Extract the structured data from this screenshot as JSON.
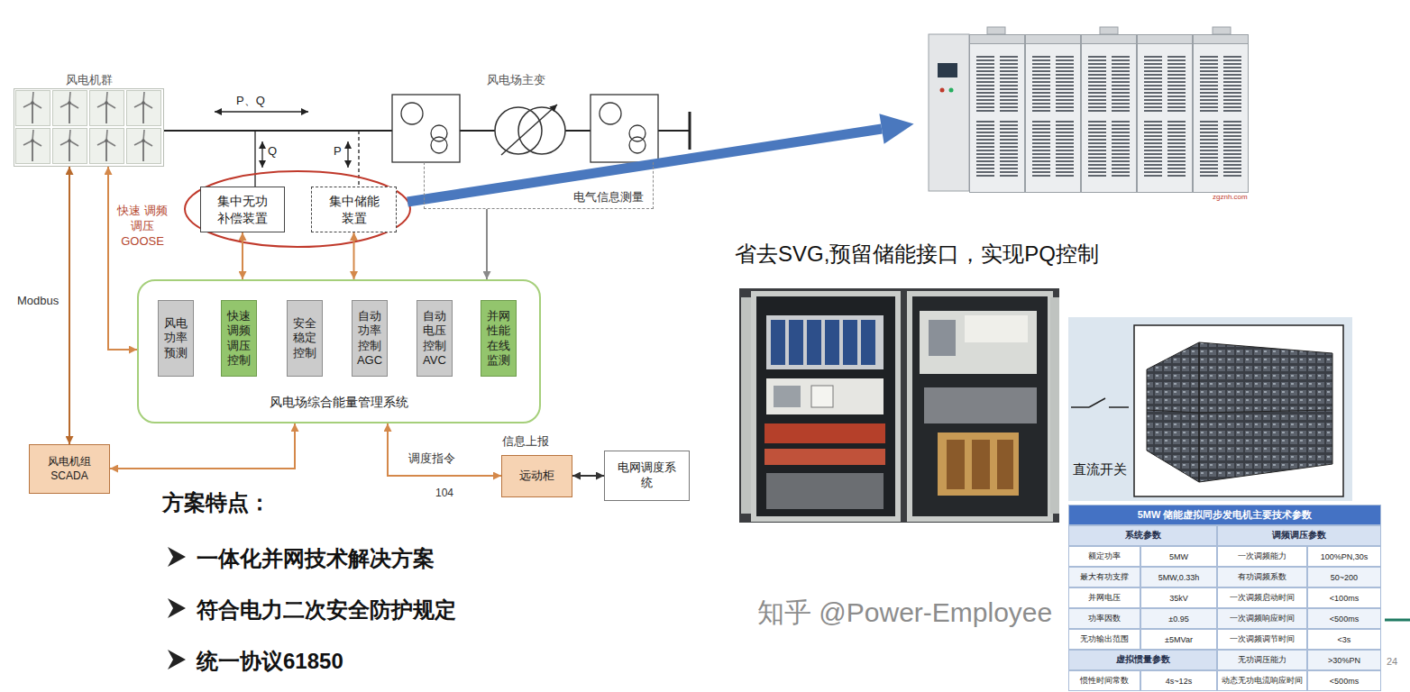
{
  "diagram": {
    "nodes": [
      {
        "text": [
          "风电机群"
        ]
      },
      {
        "text": [
          "集中无功补偿装置"
        ]
      },
      {
        "text": [
          "集中储能装置"
        ]
      },
      {
        "text": [
          "电气信息测量"
        ]
      },
      {
        "text": [
          "风电场综合能量管理系统"
        ]
      },
      {
        "text": [
          "风电功率预测"
        ],
        "in": 4
      },
      {
        "text": [
          "快速调频调压控制"
        ],
        "in": 4
      },
      {
        "text": [
          "安全稳定控制"
        ],
        "in": 4
      },
      {
        "text": [
          "自动功率控制AGC"
        ],
        "in": 4
      },
      {
        "text": [
          "自动电压控制AVC"
        ],
        "in": 4
      },
      {
        "text": [
          "并网性能在线监测"
        ],
        "in": 4
      },
      {
        "text": [
          "风电机组 SCADA"
        ]
      },
      {
        "text": [
          "远动柜"
        ]
      },
      {
        "text": [
          "电网调度系统"
        ]
      }
    ],
    "edges": [
      {
        "from": 0,
        "to": 11,
        "arrow": "both",
        "label": "Modbus"
      },
      {
        "from": 0,
        "to": 4,
        "arrow": "both",
        "label": "快速 调频调压 GOOSE"
      },
      {
        "from": 1,
        "to": 4,
        "arrow": "both"
      },
      {
        "from": 2,
        "to": 4,
        "arrow": "both"
      },
      {
        "from": 3,
        "to": 4,
        "arrow": "to"
      },
      {
        "from": 11,
        "to": 4,
        "arrow": "both"
      },
      {
        "from": 4,
        "to": 12,
        "arrow": "both",
        "label": "调度指令"
      },
      {
        "from": 12,
        "to": 13,
        "arrow": "both"
      }
    ],
    "labels": [
      "P、Q",
      "Q",
      "P",
      "风电场主变",
      "信息上报",
      "104",
      "方案特点：",
      "一体化并网技术解决方案",
      "符合电力二次安全防护规定",
      "统一协议61850",
      "zgznh.com",
      "省去SVG,预留储能接口，实现PQ控制",
      "直流开关",
      "5MW 储能虚拟同步发电机主要技术参数",
      "系统参数",
      "调频调压参数",
      "额定功率",
      "5MW",
      "一次调频能力",
      "100%PN,30s",
      "最大有功支撑",
      "5MW,0.33h",
      "有功调频系数",
      "50~200",
      "并网电压",
      "35kV",
      "一次调频启动时间",
      "<100ms",
      "功率因数",
      "±0.95",
      "一次调频响应时间",
      "<500ms",
      "无功输出范围",
      "±5MVar",
      "一次调频调节时间",
      "<3s",
      "虚拟惯量参数",
      "无功调压能力",
      ">30%PN",
      "惯性时间常数",
      "4s~12s",
      "动态无功电流响应时间",
      "<500ms",
      "24",
      "知乎 @Power-Employee"
    ]
  }
}
